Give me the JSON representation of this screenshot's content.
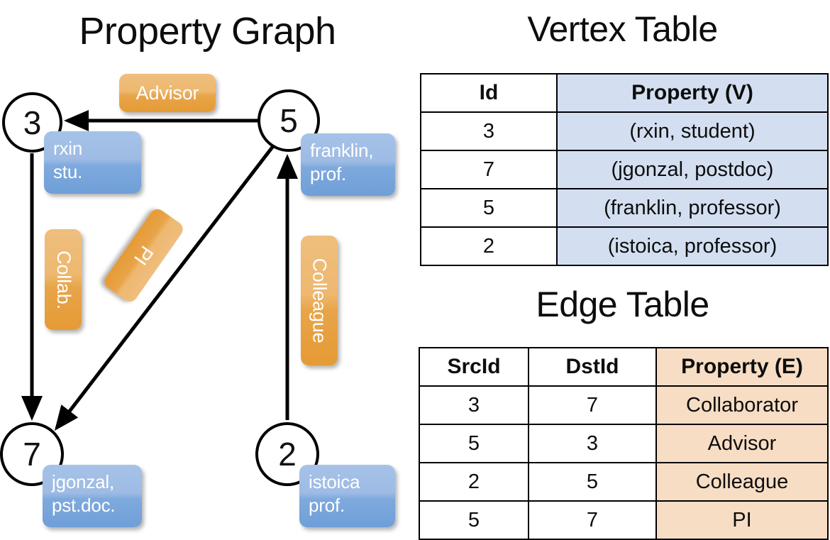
{
  "titles": {
    "property_graph": "Property Graph",
    "vertex_table": "Vertex Table",
    "edge_table": "Edge Table"
  },
  "graph": {
    "vertices": [
      {
        "id": "3",
        "property_label": "rxin\nstu."
      },
      {
        "id": "5",
        "property_label": "franklin,\nprof."
      },
      {
        "id": "7",
        "property_label": "jgonzal,\npst.doc."
      },
      {
        "id": "2",
        "property_label": "istoica\nprof."
      }
    ],
    "vertex_ids": {
      "v3": "3",
      "v5": "5",
      "v7": "7",
      "v2": "2"
    },
    "vertex_props": {
      "v3_line1": "rxin",
      "v3_line2": "stu.",
      "v5_line1": "franklin,",
      "v5_line2": "prof.",
      "v7_line1": "jgonzal,",
      "v7_line2": "pst.doc.",
      "v2_line1": "istoica",
      "v2_line2": "prof."
    },
    "edge_labels": {
      "advisor": "Advisor",
      "collab": "Collab.",
      "pi": "PI",
      "colleague": "Colleague"
    },
    "edges": [
      {
        "from": "5",
        "to": "3",
        "label": "Advisor"
      },
      {
        "from": "3",
        "to": "7",
        "label": "Collab."
      },
      {
        "from": "5",
        "to": "7",
        "label": "PI"
      },
      {
        "from": "2",
        "to": "5",
        "label": "Colleague"
      }
    ]
  },
  "vertex_table": {
    "columns": [
      "Id",
      "Property (V)"
    ],
    "rows": [
      {
        "id": "3",
        "property": "(rxin, student)"
      },
      {
        "id": "7",
        "property": "(jgonzal, postdoc)"
      },
      {
        "id": "5",
        "property": "(franklin, professor)"
      },
      {
        "id": "2",
        "property": "(istoica, professor)"
      }
    ]
  },
  "edge_table": {
    "columns": [
      "SrcId",
      "DstId",
      "Property (E)"
    ],
    "rows": [
      {
        "src": "3",
        "dst": "7",
        "property": "Collaborator"
      },
      {
        "src": "5",
        "dst": "3",
        "property": "Advisor"
      },
      {
        "src": "2",
        "dst": "5",
        "property": "Colleague"
      },
      {
        "src": "5",
        "dst": "7",
        "property": "PI"
      }
    ]
  },
  "colors": {
    "vertex_property_fill": "#7ea9dd",
    "edge_label_fill": "#e8a449",
    "vertex_table_highlight": "#d3dff1",
    "edge_table_highlight": "#f7ddc4",
    "stroke": "#000000"
  }
}
